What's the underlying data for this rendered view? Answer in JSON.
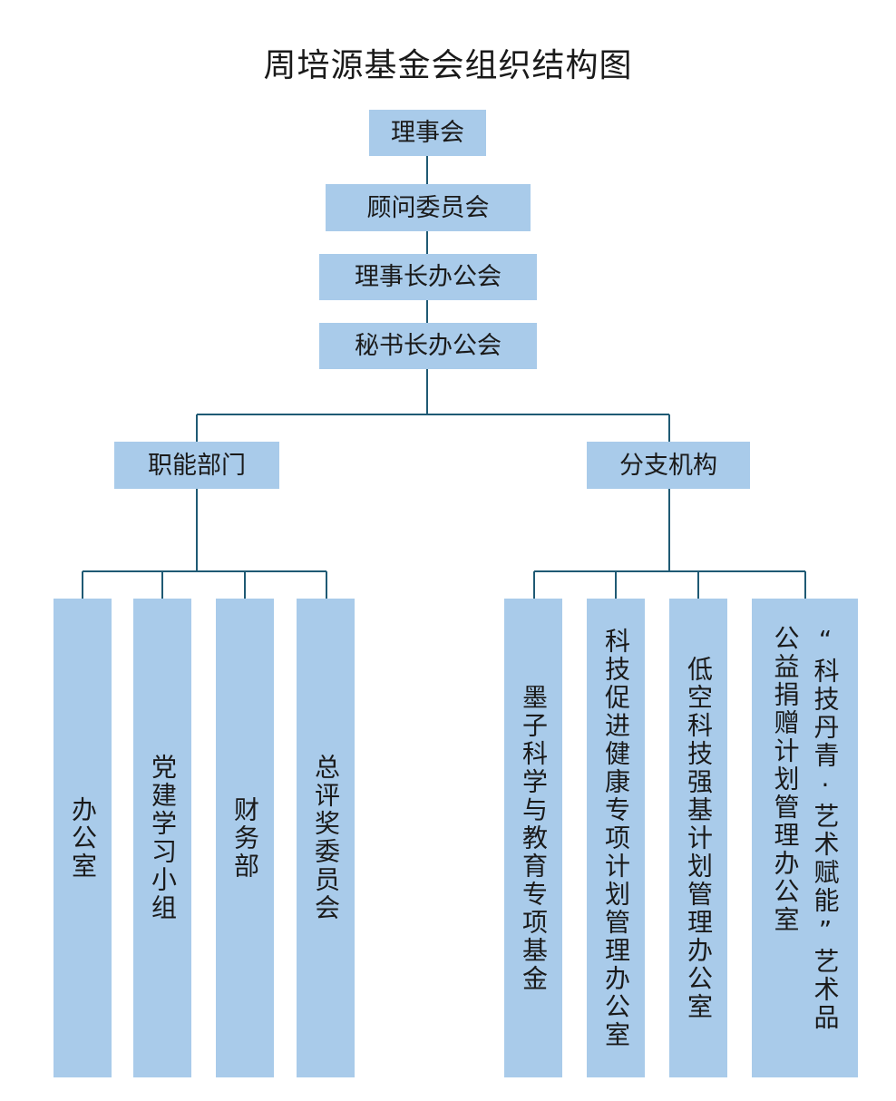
{
  "title": "周培源基金会组织结构图",
  "colors": {
    "box_fill": "#a9cbea",
    "connector": "#1f5a74"
  },
  "top": [
    "理事会",
    "顾问委员会",
    "理事长办公会",
    "秘书长办公会"
  ],
  "branches": {
    "functional": {
      "label": "职能部门",
      "children": [
        "办公室",
        "党建学习小组",
        "财务部",
        "总评奖委员会"
      ]
    },
    "branch_orgs": {
      "label": "分支机构",
      "children": [
        "墨子科学与教育专项基金",
        "科技促进健康专项计划管理办公室",
        "低空科技强基计划管理办公室",
        "“科技丹青·艺术赋能”艺术品公益捐赠计划管理办公室"
      ]
    }
  }
}
